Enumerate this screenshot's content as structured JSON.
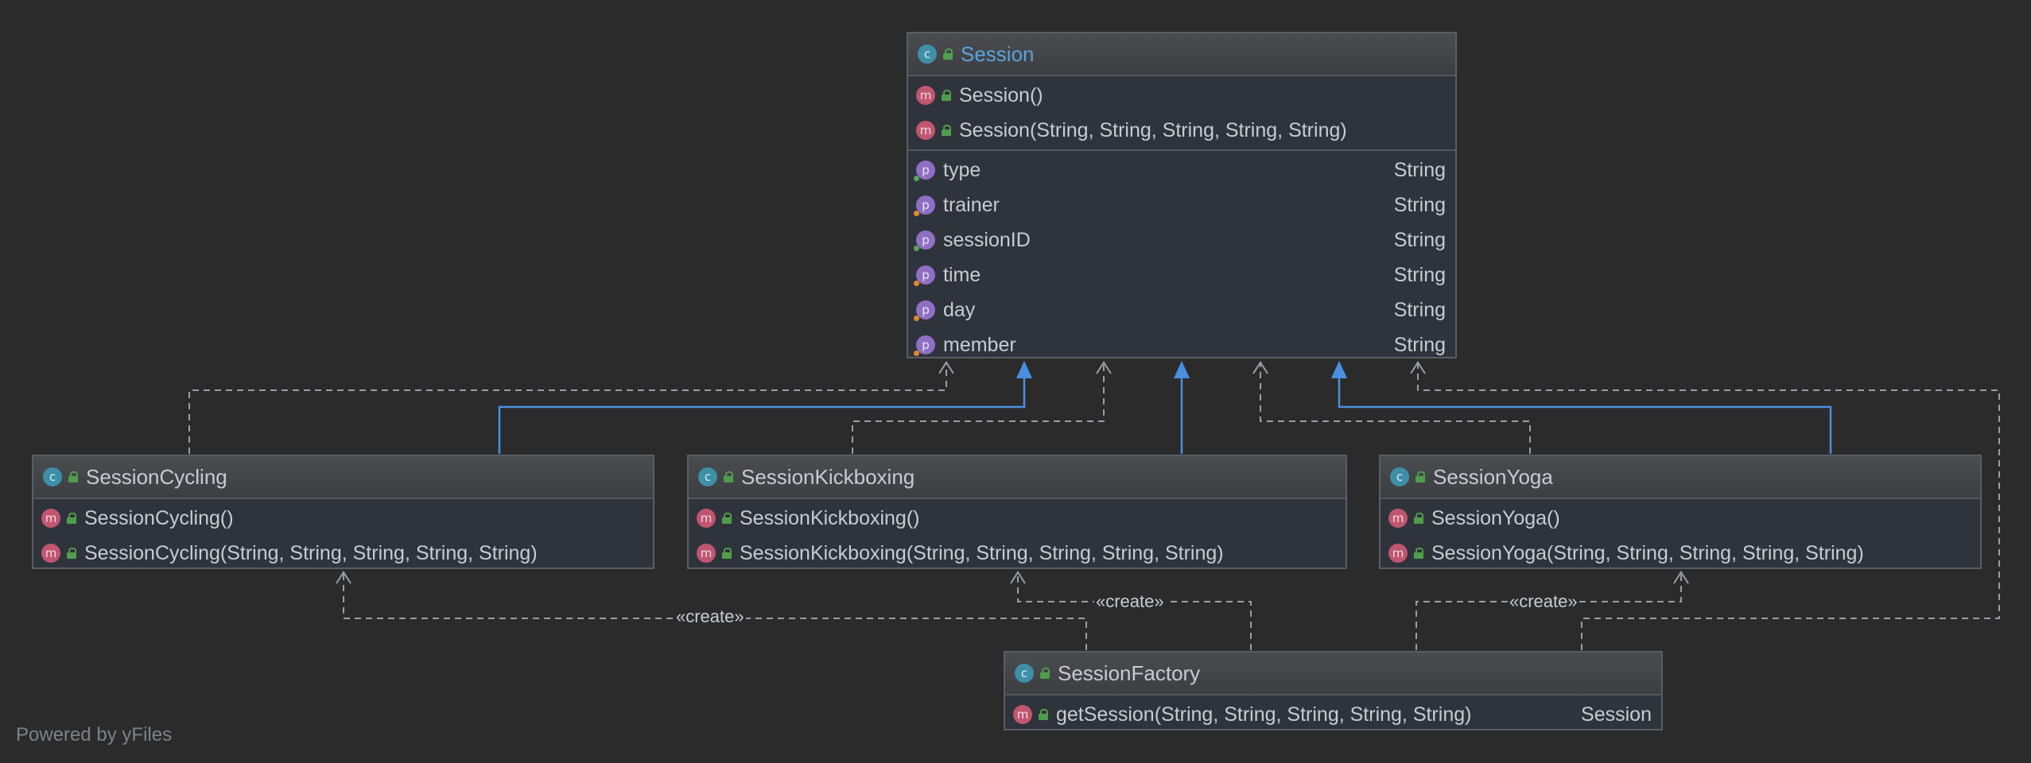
{
  "diagram": {
    "classes": {
      "session": {
        "name": "Session",
        "constructors": [
          "Session()",
          "Session(String, String, String, String, String)"
        ],
        "properties": [
          {
            "name": "type",
            "type": "String"
          },
          {
            "name": "trainer",
            "type": "String"
          },
          {
            "name": "sessionID",
            "type": "String"
          },
          {
            "name": "time",
            "type": "String"
          },
          {
            "name": "day",
            "type": "String"
          },
          {
            "name": "member",
            "type": "String"
          }
        ]
      },
      "cycling": {
        "name": "SessionCycling",
        "methods": [
          "SessionCycling()",
          "SessionCycling(String, String, String, String, String)"
        ]
      },
      "kickboxing": {
        "name": "SessionKickboxing",
        "methods": [
          "SessionKickboxing()",
          "SessionKickboxing(String, String, String, String, String)"
        ]
      },
      "yoga": {
        "name": "SessionYoga",
        "methods": [
          "SessionYoga()",
          "SessionYoga(String, String, String, String, String)"
        ]
      },
      "factory": {
        "name": "SessionFactory",
        "methods": [
          {
            "name": "getSession(String, String, String, String, String)",
            "type": "Session"
          }
        ]
      }
    },
    "edge_labels": {
      "create_cycling": "«create»",
      "create_kickboxing": "«create»",
      "create_yoga": "«create»"
    },
    "badges": {
      "class": "c",
      "method": "m",
      "property": "p"
    },
    "colors": {
      "background": "#2b2b2b",
      "inheritance_edge": "#4a8fe0",
      "dependency_edge": "#9a9ea4",
      "title_accent": "#5ba4dc"
    }
  },
  "footer": {
    "text": "Powered by yFiles"
  }
}
